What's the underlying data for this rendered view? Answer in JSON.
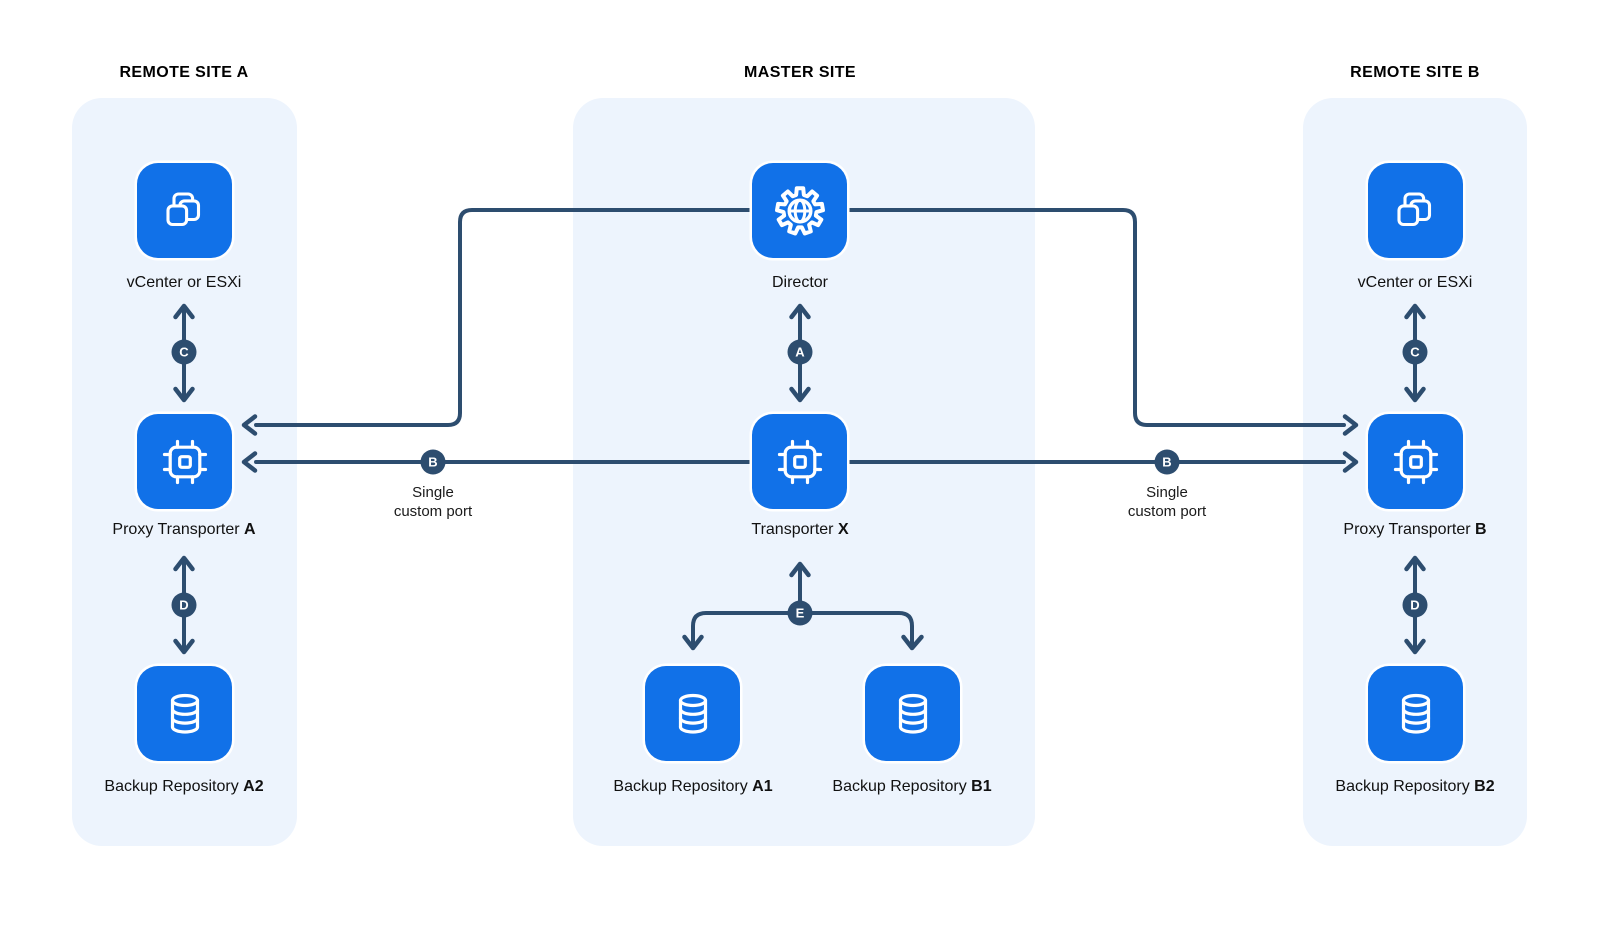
{
  "colors": {
    "accent_blue": "#1171e8",
    "connector_navy": "#2d4d6f",
    "panel_background": "#edf4fd",
    "label_text": "#111111"
  },
  "sites": [
    {
      "title": "REMOTE SITE A",
      "nodes": [
        {
          "label": "vCenter or ESXi",
          "bold": "",
          "icon": "vmware-icon"
        },
        {
          "label": "Proxy Transporter ",
          "bold": "A",
          "icon": "cpu-icon"
        },
        {
          "label": "Backup Repository ",
          "bold": "A2",
          "icon": "database-icon"
        }
      ]
    },
    {
      "title": "MASTER SITE",
      "nodes": [
        {
          "label": "Director",
          "bold": "",
          "icon": "gear-globe-icon"
        },
        {
          "label": "Transporter ",
          "bold": "X",
          "icon": "cpu-icon"
        },
        {
          "label": "Backup Repository ",
          "bold": "A1",
          "icon": "database-icon"
        },
        {
          "label": "Backup Repository ",
          "bold": "B1",
          "icon": "database-icon"
        }
      ]
    },
    {
      "title": "REMOTE SITE B",
      "nodes": [
        {
          "label": "vCenter or ESXi",
          "bold": "",
          "icon": "vmware-icon"
        },
        {
          "label": "Proxy Transporter ",
          "bold": "B",
          "icon": "cpu-icon"
        },
        {
          "label": "Backup Repository ",
          "bold": "B2",
          "icon": "database-icon"
        }
      ]
    }
  ],
  "connectors": {
    "a": {
      "letter": "A"
    },
    "b_left": {
      "letter": "B",
      "caption": "Single\ncustom port"
    },
    "b_right": {
      "letter": "B",
      "caption": "Single\ncustom port"
    },
    "c_left": {
      "letter": "C"
    },
    "c_right": {
      "letter": "C"
    },
    "d_left": {
      "letter": "D"
    },
    "d_right": {
      "letter": "D"
    },
    "e": {
      "letter": "E"
    }
  }
}
